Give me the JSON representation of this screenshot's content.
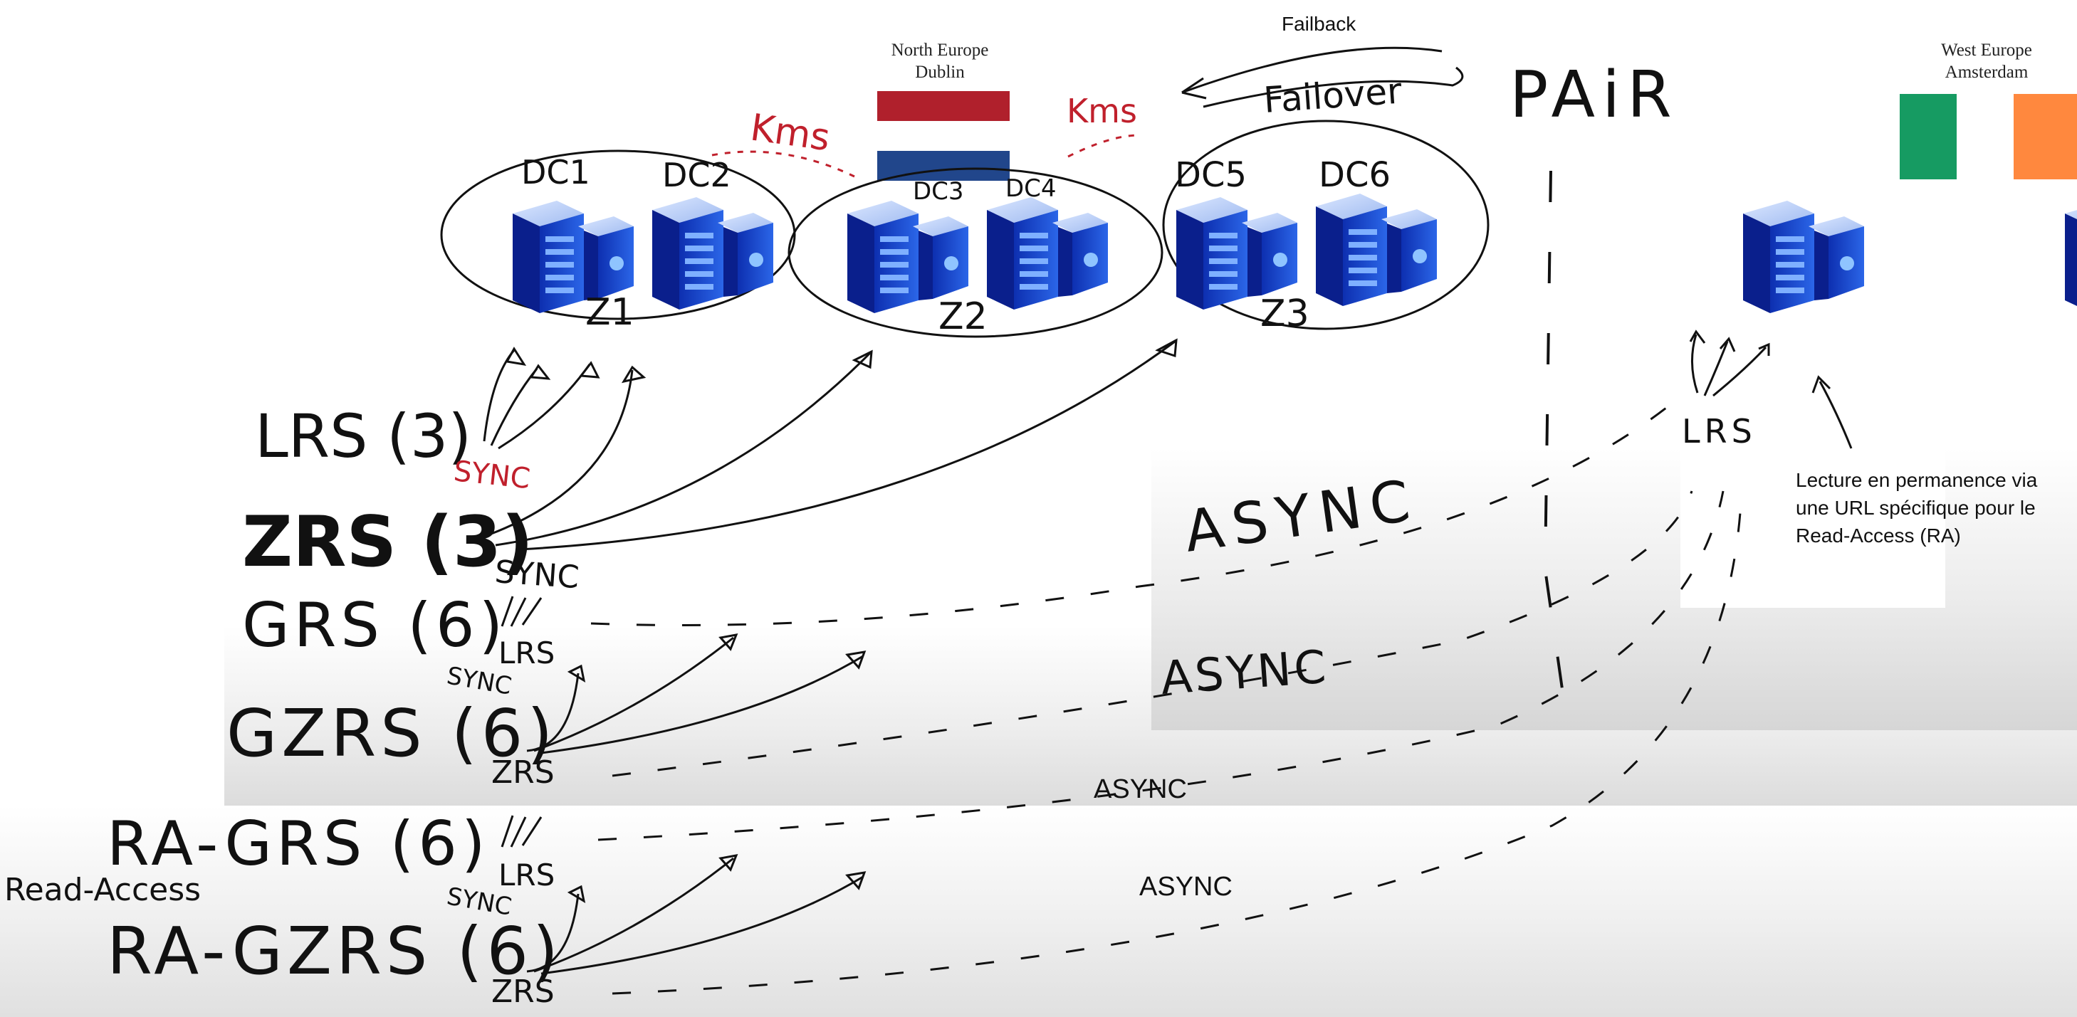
{
  "regions": {
    "primary": {
      "name": "North Europe",
      "city": "Dublin"
    },
    "secondary": {
      "name": "West Europe",
      "city": "Amsterdam"
    }
  },
  "top_labels": {
    "failback": "Failback",
    "failover": "Failover",
    "pair": "PAiR"
  },
  "zones": [
    {
      "name": "Z1",
      "datacenters": [
        "DC1",
        "DC2"
      ]
    },
    {
      "name": "Z2",
      "datacenters": [
        "DC3",
        "DC4"
      ]
    },
    {
      "name": "Z3",
      "datacenters": [
        "DC5",
        "DC6"
      ]
    }
  ],
  "distance_label": "Kms",
  "replication_types": {
    "lrs": "LRS (3)",
    "zrs": "ZRS (3)",
    "grs": "GRS (6)",
    "gzrs": "GZRS (6)",
    "ra_grs": "RA-GRS (6)",
    "ra_gzrs": "RA-GZRS (6)",
    "read_access": "Read-Access"
  },
  "sync_labels": {
    "sync": "SYNC",
    "lrs": "LRS",
    "zrs": "ZRS",
    "secondary_lrs": "LRS"
  },
  "async_labels": {
    "async_hand_1": "ASYNC",
    "async_hand_2": "ASYNC",
    "async_typed_1": "ASYNC",
    "async_typed_2": "ASYNC"
  },
  "ra_note": "Lecture en permanence via une URL spécifique pour le Read-Access (RA)",
  "colors": {
    "flag_red": "#B0202C",
    "flag_blue": "#21468B",
    "flag_green": "#169B62",
    "flag_orange": "#FF883E",
    "ink": "#111111",
    "kms_ink": "#C0202C",
    "server_blue": "#1E4FD0"
  },
  "icons": [
    "server-icon"
  ]
}
